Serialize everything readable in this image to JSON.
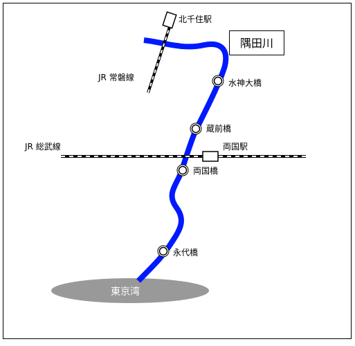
{
  "map": {
    "title": "隅田川",
    "bay": "東京湾",
    "colors": {
      "river": "#0019ff",
      "bay": "#999999",
      "rail": "#000000",
      "frame": "#000000",
      "bridge_fill": "#ffffff"
    },
    "railways": [
      {
        "id": "joban",
        "name": "JR 常磐線"
      },
      {
        "id": "sobu",
        "name": "JR 総武線"
      }
    ],
    "stations": [
      {
        "id": "kitasenju",
        "name": "北千住駅",
        "line": "joban"
      },
      {
        "id": "ryogoku",
        "name": "両国駅",
        "line": "sobu"
      }
    ],
    "bridges": [
      {
        "id": "suijin-ohashi",
        "name": "水神大橋"
      },
      {
        "id": "kuramae-bashi",
        "name": "蔵前橋"
      },
      {
        "id": "ryogoku-bashi",
        "name": "両国橋"
      },
      {
        "id": "eitai-bashi",
        "name": "永代橋"
      }
    ]
  }
}
